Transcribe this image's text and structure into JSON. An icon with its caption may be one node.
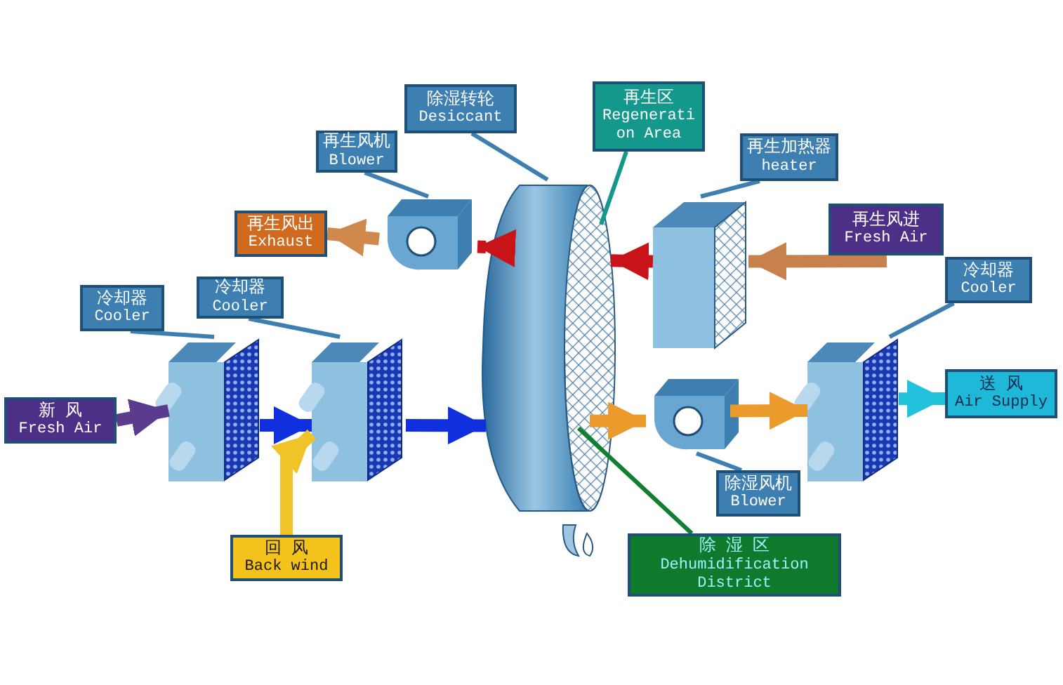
{
  "diagram": {
    "nodes": [
      {
        "text": [
          "新 风",
          "Fresh Air"
        ]
      },
      {
        "text": [
          "冷却器",
          "Cooler"
        ]
      },
      {
        "text": [],
        "shape": "box"
      },
      {
        "text": [
          "冷却器",
          "Cooler"
        ]
      },
      {
        "text": [],
        "shape": "box"
      },
      {
        "text": [
          "回 风",
          "Back wind"
        ]
      },
      {
        "text": [],
        "shape": "cylinder"
      },
      {
        "text": [
          "除湿转轮",
          "Desiccant"
        ]
      },
      {
        "text": [
          "再生风机",
          "Blower"
        ]
      },
      {
        "text": [],
        "shape": "picture"
      },
      {
        "text": [
          "再生风出",
          "Exhaust"
        ]
      },
      {
        "text": [
          "再生区",
          "Regenerati on Area"
        ]
      },
      {
        "text": [
          "再生加热器",
          "heater"
        ]
      },
      {
        "text": [],
        "shape": "box"
      },
      {
        "text": [
          "再生风进",
          "Fresh Air"
        ]
      },
      {
        "text": [
          "冷却器",
          "Cooler"
        ]
      },
      {
        "text": [],
        "shape": "box"
      },
      {
        "text": [
          "送 风",
          "Air Supply"
        ]
      },
      {
        "text": [],
        "shape": "picture"
      },
      {
        "text": [
          "除湿风机",
          "Blower"
        ]
      },
      {
        "text": [
          "除 湿 区",
          "Dehumidification District"
        ]
      }
    ],
    "edges": [
      {
        "from": 0,
        "to": 2,
        "arrow": "to",
        "color": "#5b3b8e"
      },
      {
        "from": 2,
        "to": 4,
        "arrow": "to",
        "color": "#1030e0"
      },
      {
        "from": 5,
        "to": 4,
        "arrow": "to",
        "color": "#f0c428"
      },
      {
        "from": 4,
        "to": 6,
        "arrow": "to",
        "color": "#1030e0"
      },
      {
        "from": 6,
        "to": 18,
        "arrow": "to",
        "color": "#eb9a2c"
      },
      {
        "from": 18,
        "to": 16,
        "arrow": "to",
        "color": "#eb9a2c"
      },
      {
        "from": 16,
        "to": 17,
        "arrow": "to",
        "color": "#22c2dc"
      },
      {
        "from": 14,
        "to": 13,
        "arrow": "to",
        "color": "#c8804c"
      },
      {
        "from": 13,
        "to": 6,
        "arrow": "to",
        "color": "#c81418"
      },
      {
        "from": 6,
        "to": 9,
        "arrow": "to",
        "color": "#c81418"
      },
      {
        "from": 9,
        "to": 10,
        "arrow": "to",
        "color": "#d0884c"
      },
      {
        "from": 1,
        "to": 2,
        "arrow": "none"
      },
      {
        "from": 3,
        "to": 4,
        "arrow": "none"
      },
      {
        "from": 7,
        "to": 6,
        "arrow": "none"
      },
      {
        "from": 8,
        "to": 9,
        "arrow": "none"
      },
      {
        "from": 11,
        "to": 6,
        "arrow": "none",
        "color": "#15988c"
      },
      {
        "from": 12,
        "to": 13,
        "arrow": "none"
      },
      {
        "from": 15,
        "to": 16,
        "arrow": "none"
      },
      {
        "from": 19,
        "to": 18,
        "arrow": "none"
      },
      {
        "from": 20,
        "to": 6,
        "arrow": "none",
        "color": "#10802e"
      }
    ]
  }
}
